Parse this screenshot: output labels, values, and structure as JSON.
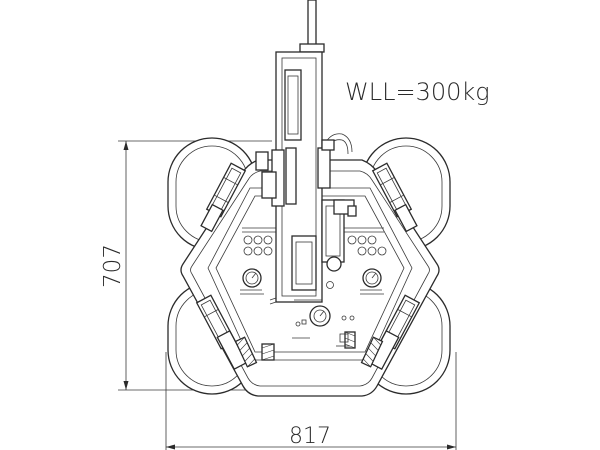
{
  "labels": {
    "wll": "WLL=300kg",
    "height_dimension": "707",
    "width_dimension": "817"
  },
  "colors": {
    "line": "#2b2b2b",
    "background": "#ffffff"
  }
}
